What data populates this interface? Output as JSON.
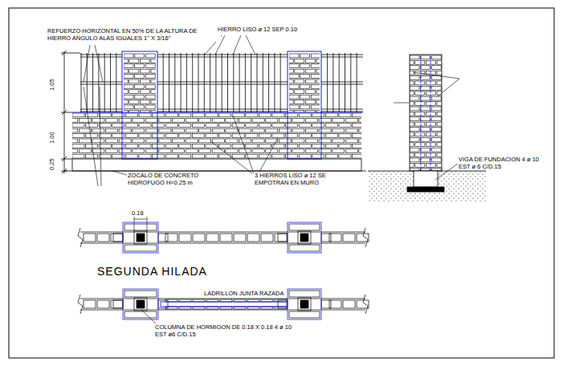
{
  "diagram": {
    "labels": [
      "REFUERZO HORIZONTAL EN 50% DE LA ALTURA DE HIERRO ANGULO ALAS IGUALES 1\" X 3/16\"",
      "HIERRO LISO ø 12 SEP 0.10",
      "1.05",
      "1.00",
      "0.25",
      "ZOCALO DE CONCRETO HIDROFUGO H=0.25 m",
      "3 HIERROS LISO ø 12 SE EMPOTRAN EN MURO",
      "VIGA DE FUNDACION 4 ø 10 EST ø 6 C/D.15",
      "0.18",
      "SEGUNDA HILADA",
      "LADRILLON JUNTA RAZADA",
      "COLUMNA DE HORMIGON DE 0.18 X 0.18 4 ø 10 EST ø6 C/D.15"
    ]
  }
}
